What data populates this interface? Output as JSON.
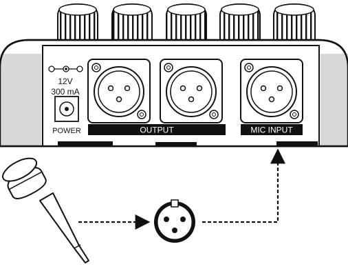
{
  "power": {
    "voltage": "12V",
    "current": "300 mA",
    "label": "POWER"
  },
  "labels": {
    "output": "OUTPUT",
    "mic_input": "MIC INPUT"
  },
  "icons": {
    "knob": "knob-icon",
    "xlr_jack": "xlr-female-jack-icon",
    "dc_jack": "dc-power-jack-icon",
    "polarity": "dc-polarity-symbol-icon",
    "microphone": "microphone-icon",
    "xlr_plug": "xlr-plug-icon",
    "arrow": "dashed-arrow-icon"
  },
  "colors": {
    "ink": "#111111",
    "paper": "#ffffff",
    "label_bar": "#111111",
    "label_text": "#ffffff"
  }
}
